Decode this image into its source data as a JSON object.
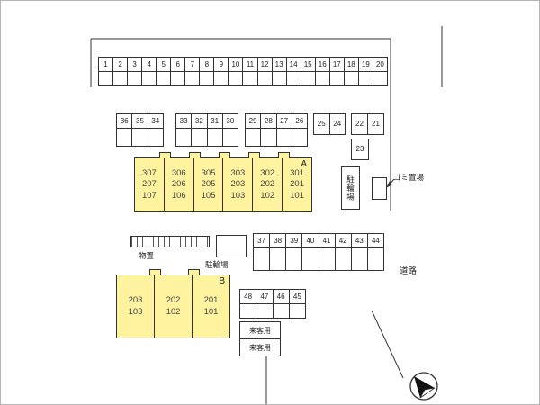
{
  "plan": {
    "row_top": [
      "1",
      "2",
      "3",
      "4",
      "5",
      "6",
      "7",
      "8",
      "9",
      "10",
      "11",
      "12",
      "13",
      "14",
      "15",
      "16",
      "17",
      "18",
      "19",
      "20"
    ],
    "row2_groups": [
      [
        "36",
        "35",
        "34"
      ],
      [
        "33",
        "32",
        "31",
        "30"
      ],
      [
        "29",
        "28",
        "27",
        "26"
      ],
      [
        "25",
        "24"
      ],
      [
        "22",
        "21"
      ]
    ],
    "stall_23": "23",
    "building_a": {
      "label": "A",
      "units": [
        "307\n207\n107",
        "306\n206\n106",
        "305\n205\n105",
        "303\n203\n103",
        "302\n202\n102",
        "301\n201\n101"
      ]
    },
    "bike_a": "駐輪場",
    "garbage": "ゴミ置場",
    "storage": "物置",
    "bike_b": "駐輪場",
    "row_mid": [
      "37",
      "38",
      "39",
      "40",
      "41",
      "42",
      "43",
      "44"
    ],
    "building_b": {
      "label": "B",
      "units": [
        "203\n103",
        "202\n102",
        "201\n101"
      ]
    },
    "row_b": [
      "48",
      "47",
      "46",
      "45"
    ],
    "visitor": [
      "来客用",
      "来客用"
    ],
    "road": "道路"
  },
  "colors": {
    "building_fill": "#FFF3A0",
    "line": "#333333"
  }
}
